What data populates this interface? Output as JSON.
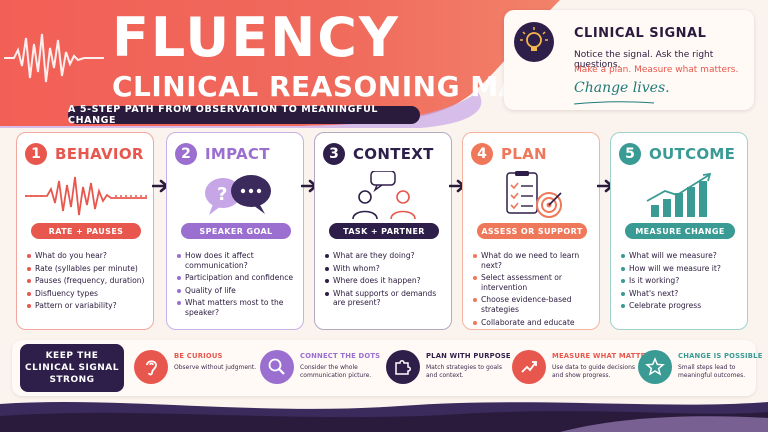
{
  "header": {
    "title_line1": "FLUENCY",
    "title_line2": "CLINICAL REASONING MAP",
    "subtitle": "A 5-STEP PATH FROM OBSERVATION TO MEANINGFUL CHANGE"
  },
  "signal": {
    "title": "CLINICAL SIGNAL",
    "line1": "Notice the signal. Ask the right questions.",
    "line2": "Make a plan. Measure what matters.",
    "line3": "Change lives."
  },
  "steps": [
    {
      "number": "1",
      "title": "BEHAVIOR",
      "pill": "RATE + PAUSES",
      "color": "#e8574d",
      "items": [
        "What do you hear?",
        "Rate (syllables per minute)",
        "Pauses (frequency, duration)",
        "Disfluency types",
        "Pattern or variability?"
      ]
    },
    {
      "number": "2",
      "title": "IMPACT",
      "pill": "SPEAKER GOAL",
      "color": "#9b6fd0",
      "items": [
        "How does it affect communication?",
        "Participation and confidence",
        "Quality of life",
        "What matters most to the speaker?"
      ]
    },
    {
      "number": "3",
      "title": "CONTEXT",
      "pill": "TASK + PARTNER",
      "color": "#2e1f4a",
      "items": [
        "What are they doing?",
        "With whom?",
        "Where does it happen?",
        "What supports or demands are present?"
      ]
    },
    {
      "number": "4",
      "title": "PLAN",
      "pill": "ASSESS OR SUPPORT",
      "color": "#f0785a",
      "items": [
        "What do we need to learn next?",
        "Select assessment or intervention",
        "Choose evidence-based strategies",
        "Collaborate and educate"
      ]
    },
    {
      "number": "5",
      "title": "OUTCOME",
      "pill": "MEASURE CHANGE",
      "color": "#3a9a94",
      "items": [
        "What will we measure?",
        "How will we measure it?",
        "Is it working?",
        "What's next?",
        "Celebrate progress"
      ]
    }
  ],
  "footer": {
    "keep_label": "KEEP THE CLINICAL SIGNAL STRONG",
    "tips": [
      {
        "title": "BE CURIOUS",
        "desc": "Observe without judgment.",
        "color": "#e8574d",
        "icon": "ear-icon"
      },
      {
        "title": "CONNECT THE DOTS",
        "desc": "Consider the whole communication picture.",
        "color": "#9b6fd0",
        "icon": "magnifier-icon"
      },
      {
        "title": "PLAN WITH PURPOSE",
        "desc": "Match strategies to goals and context.",
        "color": "#2e1f4a",
        "icon": "puzzle-icon"
      },
      {
        "title": "MEASURE WHAT MATTERS",
        "desc": "Use data to guide decisions and show progress.",
        "color": "#e8574d",
        "icon": "trend-icon"
      },
      {
        "title": "CHANGE IS POSSIBLE",
        "desc": "Small steps lead to meaningful outcomes.",
        "color": "#3a9a94",
        "icon": "star-icon"
      }
    ]
  }
}
